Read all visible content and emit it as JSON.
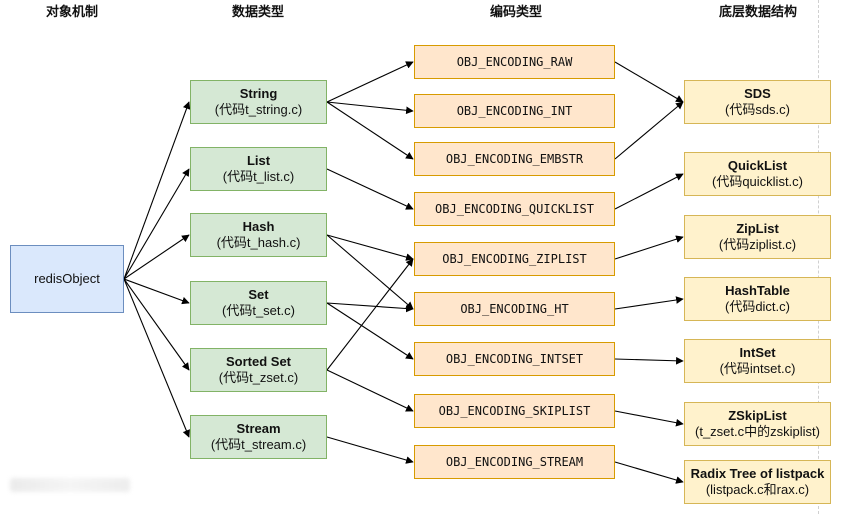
{
  "headers": {
    "object_mechanism": "对象机制",
    "data_types": "数据类型",
    "encoding_types": "编码类型",
    "underlying_structures": "底层数据结构"
  },
  "root": {
    "label": "redisObject"
  },
  "types": [
    {
      "key": "string",
      "title": "String",
      "sub": "(代码t_string.c)"
    },
    {
      "key": "list",
      "title": "List",
      "sub": "(代码t_list.c)"
    },
    {
      "key": "hash",
      "title": "Hash",
      "sub": "(代码t_hash.c)"
    },
    {
      "key": "set",
      "title": "Set",
      "sub": "(代码t_set.c)"
    },
    {
      "key": "zset",
      "title": "Sorted Set",
      "sub": "(代码t_zset.c)"
    },
    {
      "key": "stream",
      "title": "Stream",
      "sub": "(代码t_stream.c)"
    }
  ],
  "encodings": [
    {
      "key": "raw",
      "label": "OBJ_ENCODING_RAW"
    },
    {
      "key": "int",
      "label": "OBJ_ENCODING_INT"
    },
    {
      "key": "embstr",
      "label": "OBJ_ENCODING_EMBSTR"
    },
    {
      "key": "quicklist",
      "label": "OBJ_ENCODING_QUICKLIST"
    },
    {
      "key": "ziplist",
      "label": "OBJ_ENCODING_ZIPLIST"
    },
    {
      "key": "ht",
      "label": "OBJ_ENCODING_HT"
    },
    {
      "key": "intset",
      "label": "OBJ_ENCODING_INTSET"
    },
    {
      "key": "skiplist",
      "label": "OBJ_ENCODING_SKIPLIST"
    },
    {
      "key": "stream",
      "label": "OBJ_ENCODING_STREAM"
    }
  ],
  "structures": [
    {
      "key": "sds",
      "title": "SDS",
      "sub": "(代码sds.c)"
    },
    {
      "key": "quicklist",
      "title": "QuickList",
      "sub": "(代码quicklist.c)"
    },
    {
      "key": "ziplist",
      "title": "ZipList",
      "sub": "(代码ziplist.c)"
    },
    {
      "key": "hashtable",
      "title": "HashTable",
      "sub": "(代码dict.c)"
    },
    {
      "key": "intset",
      "title": "IntSet",
      "sub": "(代码intset.c)"
    },
    {
      "key": "zskiplist",
      "title": "ZSkipList",
      "sub": "(t_zset.c中的zskiplist)"
    },
    {
      "key": "radix",
      "title": "Radix Tree of listpack",
      "sub": "(listpack.c和rax.c)"
    }
  ],
  "links": {
    "root_to_type": [
      "string",
      "list",
      "hash",
      "set",
      "zset",
      "stream"
    ],
    "type_to_enc": [
      [
        "string",
        "raw"
      ],
      [
        "string",
        "int"
      ],
      [
        "string",
        "embstr"
      ],
      [
        "list",
        "quicklist"
      ],
      [
        "hash",
        "ziplist"
      ],
      [
        "hash",
        "ht"
      ],
      [
        "set",
        "ht"
      ],
      [
        "set",
        "intset"
      ],
      [
        "zset",
        "ziplist"
      ],
      [
        "zset",
        "skiplist"
      ],
      [
        "stream",
        "stream"
      ]
    ],
    "enc_to_struct": [
      [
        "raw",
        "sds"
      ],
      [
        "embstr",
        "sds"
      ],
      [
        "quicklist",
        "quicklist"
      ],
      [
        "ziplist",
        "ziplist"
      ],
      [
        "ht",
        "hashtable"
      ],
      [
        "intset",
        "intset"
      ],
      [
        "skiplist",
        "zskiplist"
      ],
      [
        "stream",
        "radix"
      ]
    ]
  }
}
